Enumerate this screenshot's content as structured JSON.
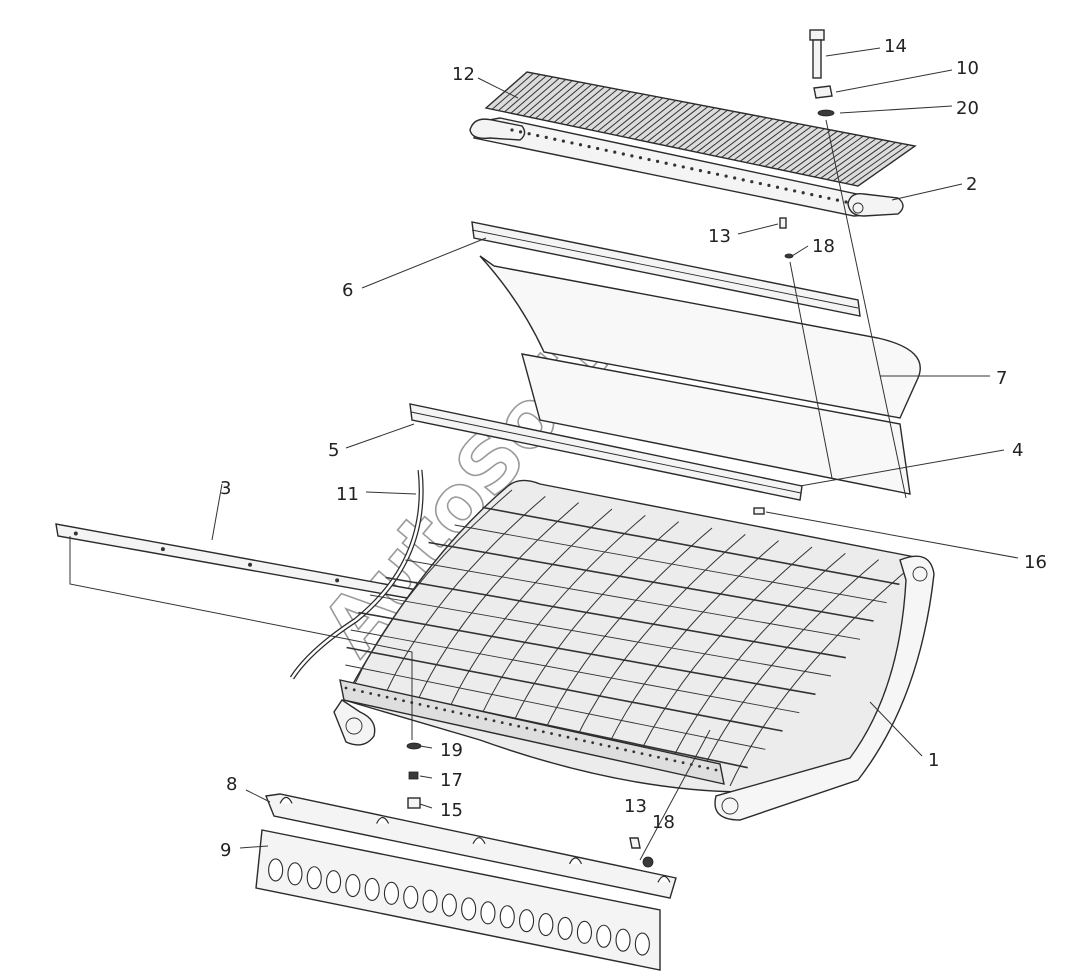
{
  "callouts": [
    "14",
    "10",
    "20",
    "12",
    "2",
    "13",
    "18",
    "6",
    "7",
    "5",
    "4",
    "3",
    "11",
    "16",
    "1",
    "19",
    "17",
    "15",
    "8",
    "13",
    "18",
    "9"
  ],
  "watermark": "AutoSoft"
}
